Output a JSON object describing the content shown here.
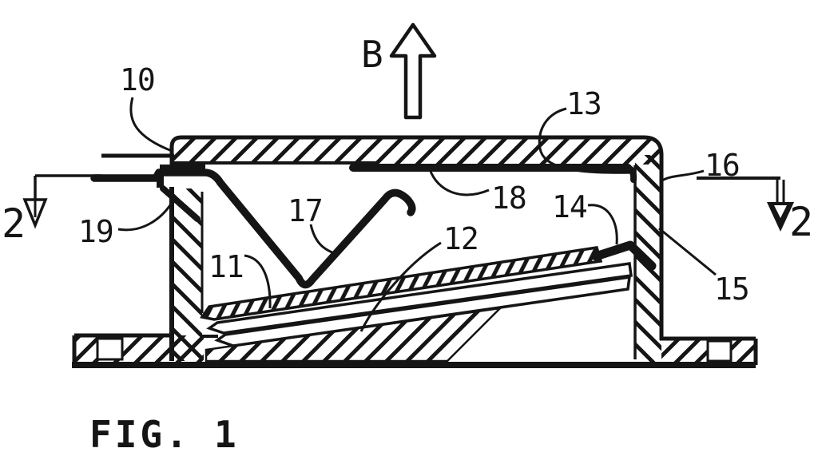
{
  "figure": {
    "caption_word": "FIG.",
    "caption_number": "1",
    "direction_arrow_label": "B",
    "section_marker_left": "2",
    "section_marker_right": "2",
    "reference_numerals": {
      "r10": "10",
      "r11": "11",
      "r12": "12",
      "r13": "13",
      "r14": "14",
      "r15": "15",
      "r16": "16",
      "r17": "17",
      "r18": "18",
      "r19": "19"
    }
  },
  "colors": {
    "ink": "#151515",
    "paper": "#ffffff"
  }
}
